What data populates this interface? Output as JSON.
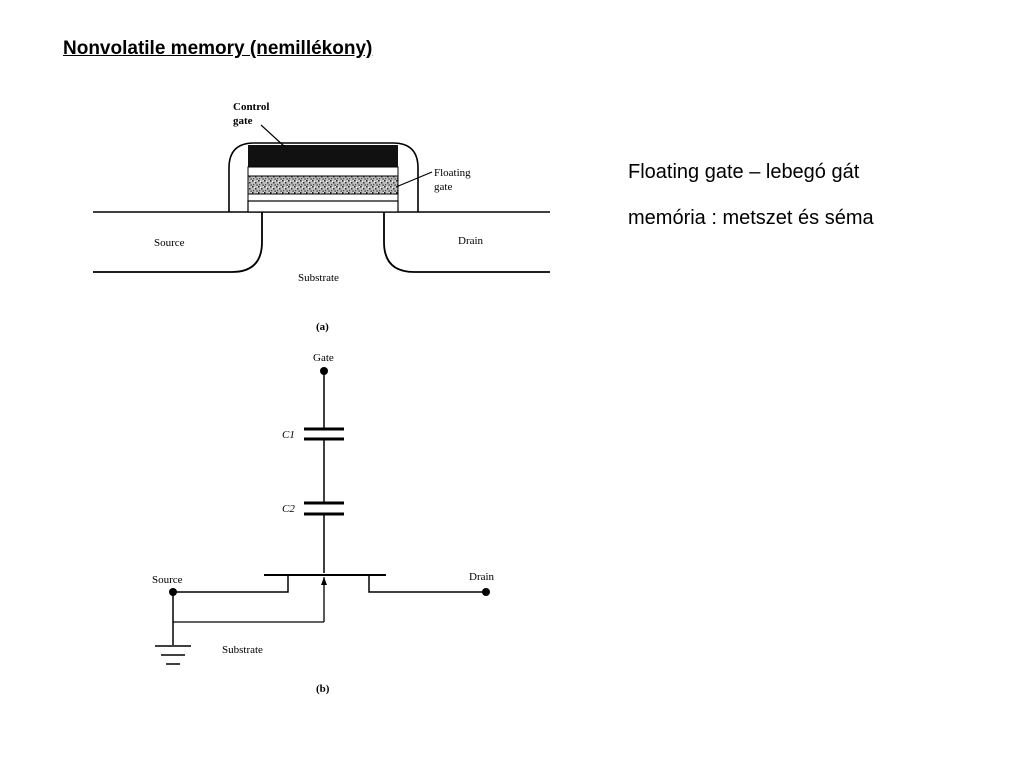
{
  "slide": {
    "title": "Nonvolatile memory (nemillékony)",
    "description_line1": "Floating gate – lebegó gát",
    "description_line2": "memória : metszet és séma"
  },
  "figure_a": {
    "control_gate_line1": "Control",
    "control_gate_line2": "gate",
    "floating_gate_line1": "Floating",
    "floating_gate_line2": "gate",
    "source": "Source",
    "drain": "Drain",
    "substrate": "Substrate",
    "caption": "(a)"
  },
  "figure_b": {
    "gate": "Gate",
    "c1": "C1",
    "c2": "C2",
    "source": "Source",
    "drain": "Drain",
    "substrate": "Substrate",
    "caption": "(b)"
  }
}
